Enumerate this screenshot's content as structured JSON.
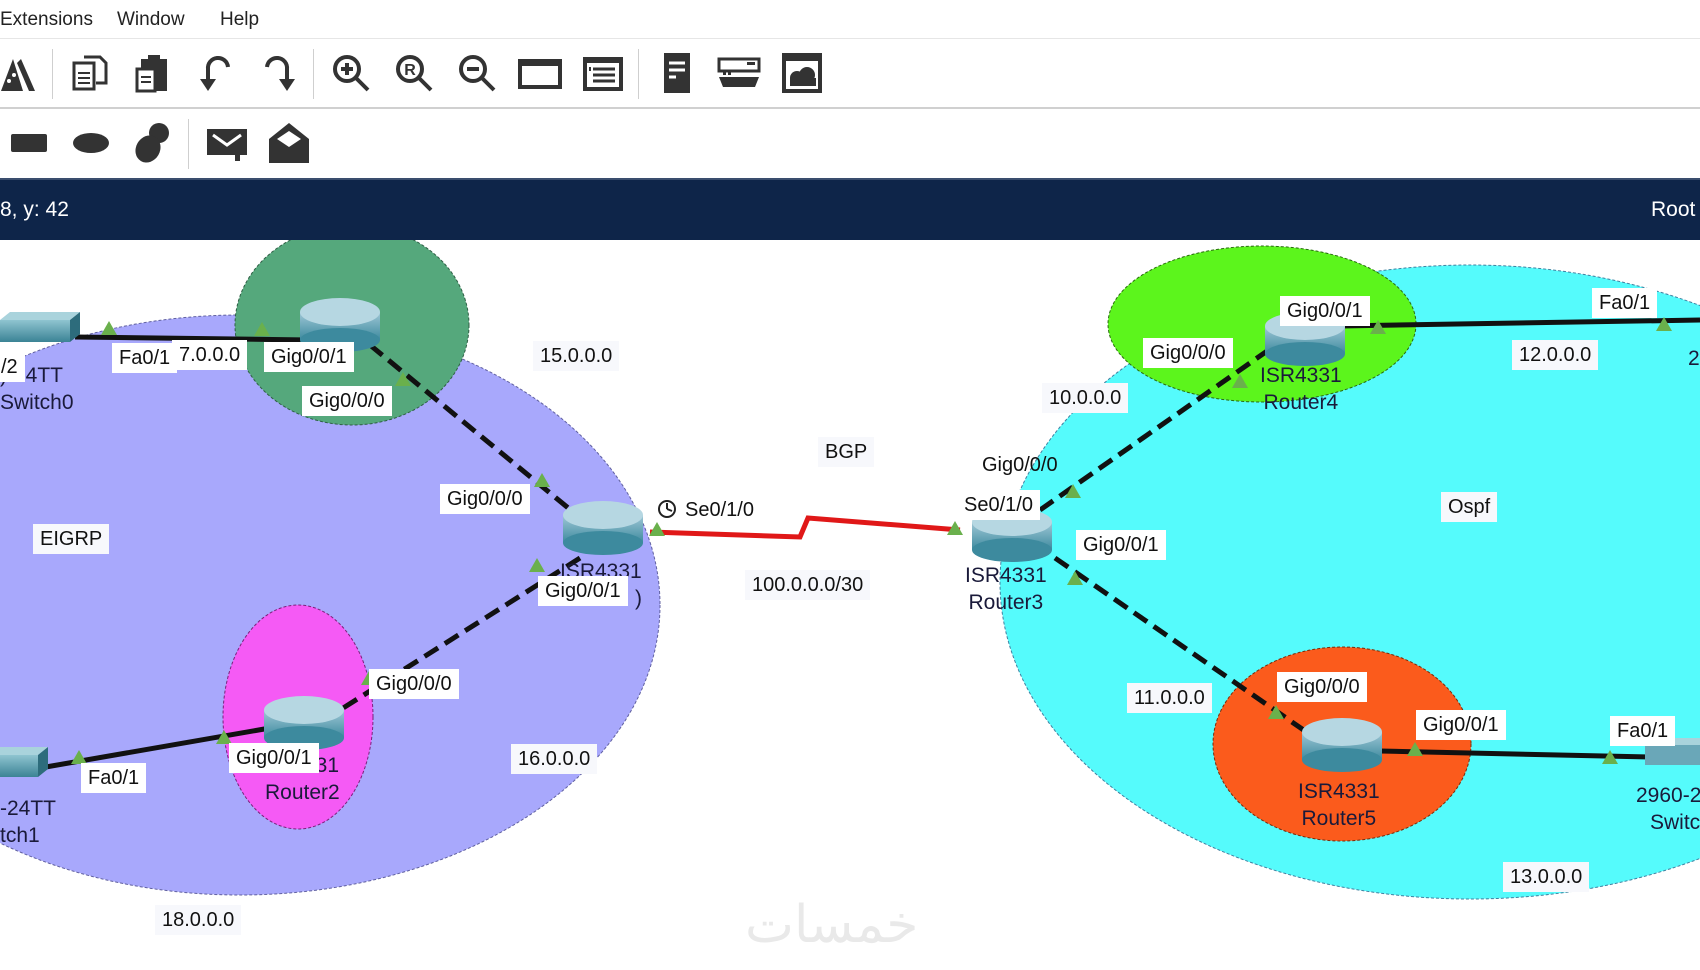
{
  "menubar": {
    "items": [
      {
        "label": "Extensions"
      },
      {
        "label": "Window"
      },
      {
        "label": "Help"
      }
    ]
  },
  "toolbar_main": {
    "buttons": [
      {
        "icon": "activity-wizard-icon"
      },
      {
        "icon": "copy-icon"
      },
      {
        "icon": "paste-icon"
      },
      {
        "icon": "undo-icon"
      },
      {
        "icon": "redo-icon"
      },
      {
        "icon": "zoom-in-icon"
      },
      {
        "icon": "zoom-reset-icon"
      },
      {
        "icon": "zoom-out-icon"
      },
      {
        "icon": "drawing-palette-icon"
      },
      {
        "icon": "custom-device-dialog-icon"
      },
      {
        "icon": "viewport-icon"
      },
      {
        "icon": "network-device-icon"
      },
      {
        "icon": "cloud-window-icon"
      }
    ]
  },
  "toolbar_draw": {
    "buttons": [
      {
        "icon": "rectangle-icon"
      },
      {
        "icon": "ellipse-icon"
      },
      {
        "icon": "freeform-icon"
      },
      {
        "icon": "simple-pdu-icon"
      },
      {
        "icon": "complex-pdu-icon"
      }
    ]
  },
  "statusbar": {
    "coords": "8, y: 42",
    "root": "Root"
  },
  "colors": {
    "eigrp_area": "#a8a8fc",
    "ospf_area": "#55fbfc",
    "router1_zone": "#55a87c",
    "router2_zone": "#f55af5",
    "router4_zone": "#5cf51c",
    "router5_zone": "#fb5b1c",
    "serial_link": "#e01818",
    "port_up": "#6ab04c",
    "statusbar": "#0e2549"
  },
  "diagram": {
    "areas": {
      "eigrp": "EIGRP",
      "ospf": "Ospf",
      "bgp": "BGP"
    },
    "networks": {
      "n17": "7.0.0.0",
      "n15": "15.0.0.0",
      "n16": "16.0.0.0",
      "n18": "18.0.0.0",
      "n100": "100.0.0.0/30",
      "n10": "10.0.0.0",
      "n11": "11.0.0.0",
      "n12": "12.0.0.0",
      "n13": "13.0.0.0"
    },
    "ports": {
      "sw0_partial": "/2",
      "sw0_fa01": "Fa0/1",
      "r1_g001": "Gig0/0/1",
      "r1_g000": "Gig0/0/0",
      "r0_g000": "Gig0/0/0",
      "r0_g001": "Gig0/0/1",
      "r0_se010": "Se0/1/0",
      "r2_g000": "Gig0/0/0",
      "r2_g001": "Gig0/0/1",
      "sw1_fa01": "Fa0/1",
      "r3_se010": "Se0/1/0",
      "r3_g000": "Gig0/0/0",
      "r3_g001": "Gig0/0/1",
      "r4_g000": "Gig0/0/0",
      "r4_g001": "Gig0/0/1",
      "sw_r4_fa01": "Fa0/1",
      "r5_g000": "Gig0/0/0",
      "r5_g001": "Gig0/0/1",
      "sw_r5_fa01": "Fa0/1"
    },
    "devices": {
      "switch0": {
        "model": ")-24TT",
        "name": "Switch0"
      },
      "switch1": {
        "model": "-24TT",
        "name": "tch1"
      },
      "router0": {
        "model": "ISR4331",
        "name": ")"
      },
      "router2": {
        "model": "31",
        "name": "Router2"
      },
      "router3": {
        "model": "ISR4331",
        "name": "Router3"
      },
      "router4": {
        "model": "ISR4331",
        "name": "Router4"
      },
      "router5": {
        "model": "ISR4331",
        "name": "Router5"
      },
      "switch_right_top": {
        "model": "2",
        "name": ""
      },
      "switch_right_bottom": {
        "model": "2960-2",
        "name": "Switc"
      }
    }
  },
  "watermark": "خمسات"
}
